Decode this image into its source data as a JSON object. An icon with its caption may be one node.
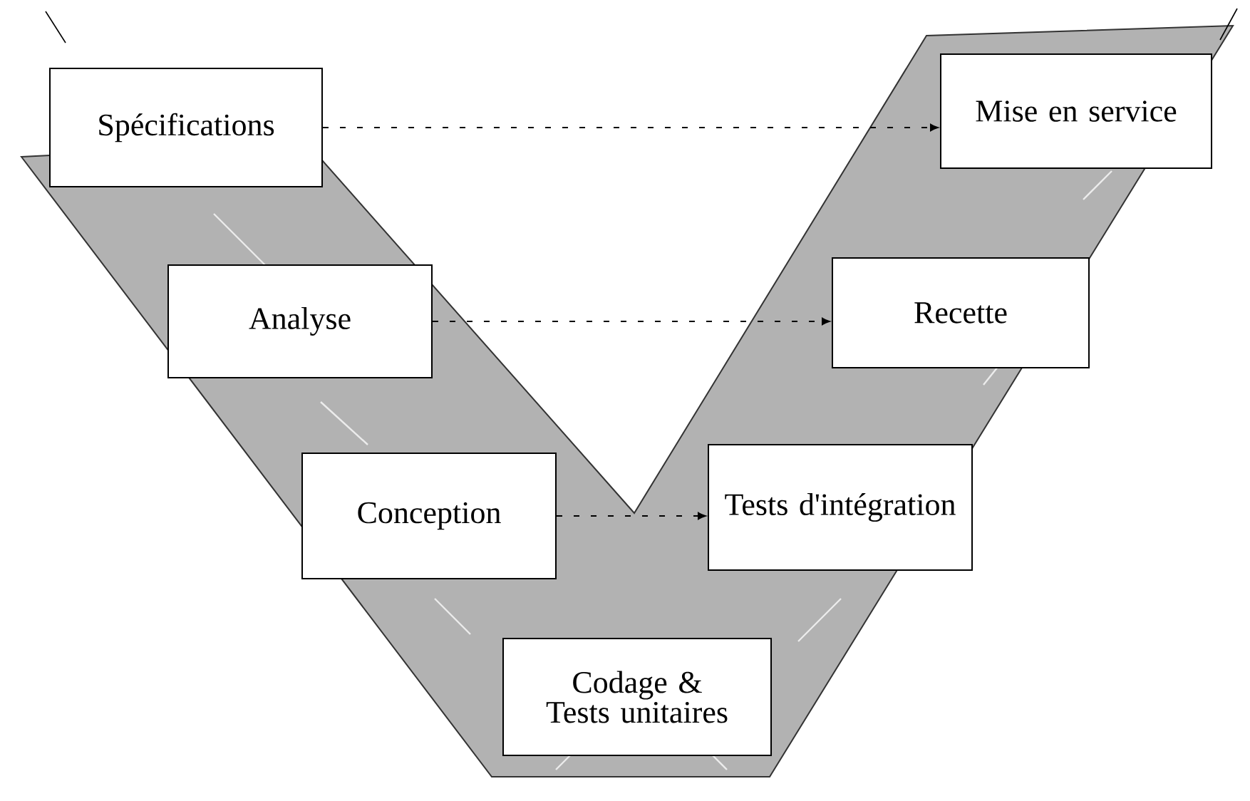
{
  "diagram": {
    "nodes": [
      {
        "text": [
          "Spécifications"
        ]
      },
      {
        "text": [
          "Analyse"
        ]
      },
      {
        "text": [
          "Conception"
        ]
      },
      {
        "text": [
          "Codage & Tests unitaires"
        ]
      },
      {
        "text": [
          "Tests d'intégration"
        ]
      },
      {
        "text": [
          "Recette"
        ]
      },
      {
        "text": [
          "Mise en service"
        ]
      }
    ],
    "edges": [
      {
        "from": 0,
        "to": 6,
        "arrow": "to",
        "style": "dashed"
      },
      {
        "from": 1,
        "to": 5,
        "arrow": "to",
        "style": "dashed"
      },
      {
        "from": 2,
        "to": 4,
        "arrow": "to",
        "style": "dashed"
      }
    ]
  }
}
